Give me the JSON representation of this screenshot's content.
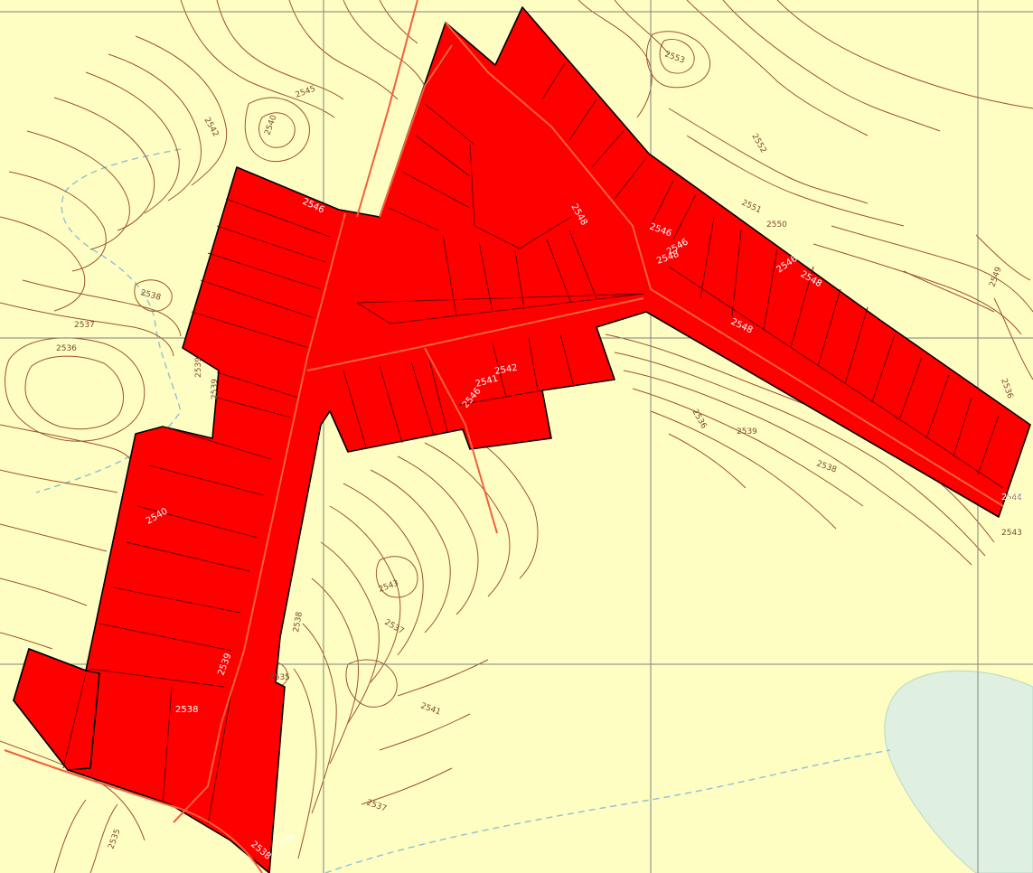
{
  "colors": {
    "background": "#fefec2",
    "parcel_fill": "#ff0000",
    "contour": "#a0522d",
    "water": "#dff0e0",
    "grid": "#808080",
    "road": "#f2603c",
    "stream": "#8fbfd6"
  },
  "contour_labels": [
    "2545",
    "2542",
    "2540",
    "2553",
    "2552",
    "2551",
    "2550",
    "2549",
    "2538",
    "2537",
    "2536",
    "2539",
    "2536",
    "2539",
    "2538",
    "2536",
    "2537",
    "2543",
    "2543",
    "2544",
    "2541",
    "2535",
    "2538",
    "2537",
    "2535",
    "2539"
  ],
  "parcel_labels": [
    "2546",
    "2548",
    "2546",
    "2548",
    "2546",
    "2548",
    "2548",
    "2546",
    "2546",
    "2542",
    "2541",
    "2540",
    "2538",
    "2539",
    "2538",
    "2544",
    "2539"
  ]
}
